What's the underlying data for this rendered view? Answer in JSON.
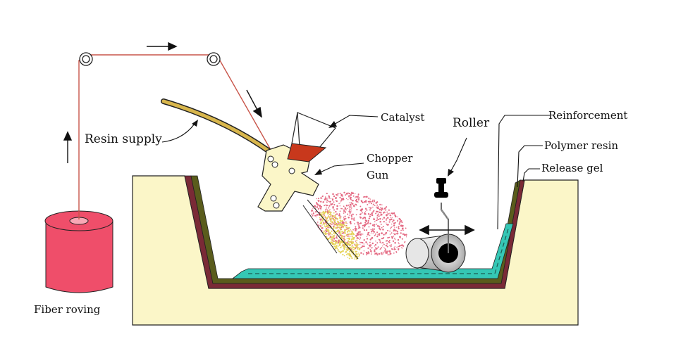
{
  "labels": {
    "fiber_roving": "Fiber roving",
    "resin_supply": "Resin supply",
    "catalyst": "Catalyst",
    "chopper_gun_line1": "Chopper",
    "chopper_gun_line2": "Gun",
    "roller": "Roller",
    "reinforcement": "Reinforcement",
    "polymer_resin": "Polymer resin",
    "release_gel": "Release gel"
  },
  "colors": {
    "mold": "#fbf6c8",
    "release_gel": "#7a2a36",
    "polymer_resin": "#5a5c1c",
    "reinforcement": "#35c7b5",
    "fiber_roving": "#ef4e6a",
    "catalyst": "#c8381c",
    "resin_hose": "#d8b64c",
    "chopper_gun": "#fbf6c8",
    "fiber_line": "#c8554a",
    "resin_spray": "#e5d35a",
    "fiber_spray": "#e46a83"
  }
}
